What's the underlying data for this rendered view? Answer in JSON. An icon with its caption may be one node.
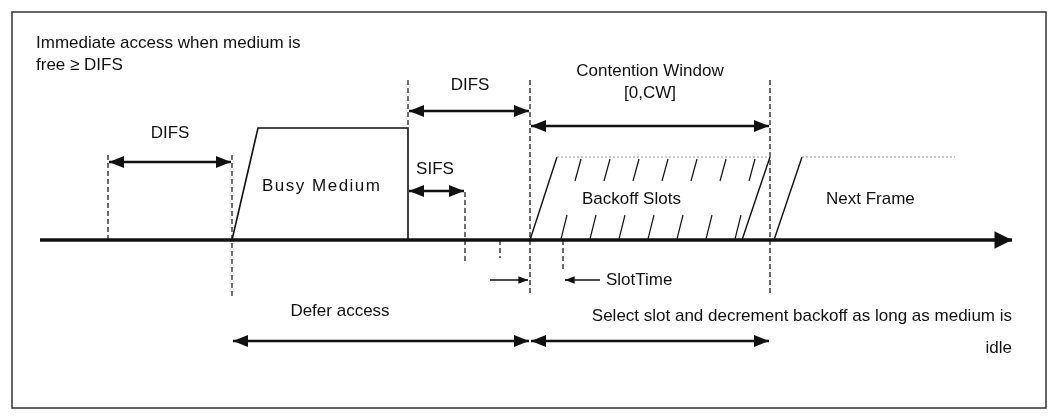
{
  "diagram": {
    "nodes": [
      {
        "text": [
          "Busy Medium"
        ]
      },
      {
        "text": [
          "Backoff Slots"
        ]
      },
      {
        "text": [
          "Next Frame"
        ]
      }
    ],
    "labels": [
      "Immediate access when medium is free ≥ DIFS",
      "DIFS",
      "Contention Window [0,CW]",
      "DIFS",
      "SIFS",
      "SlotTime",
      "Defer access",
      "Select slot and decrement backoff as long as medium is idle"
    ]
  }
}
